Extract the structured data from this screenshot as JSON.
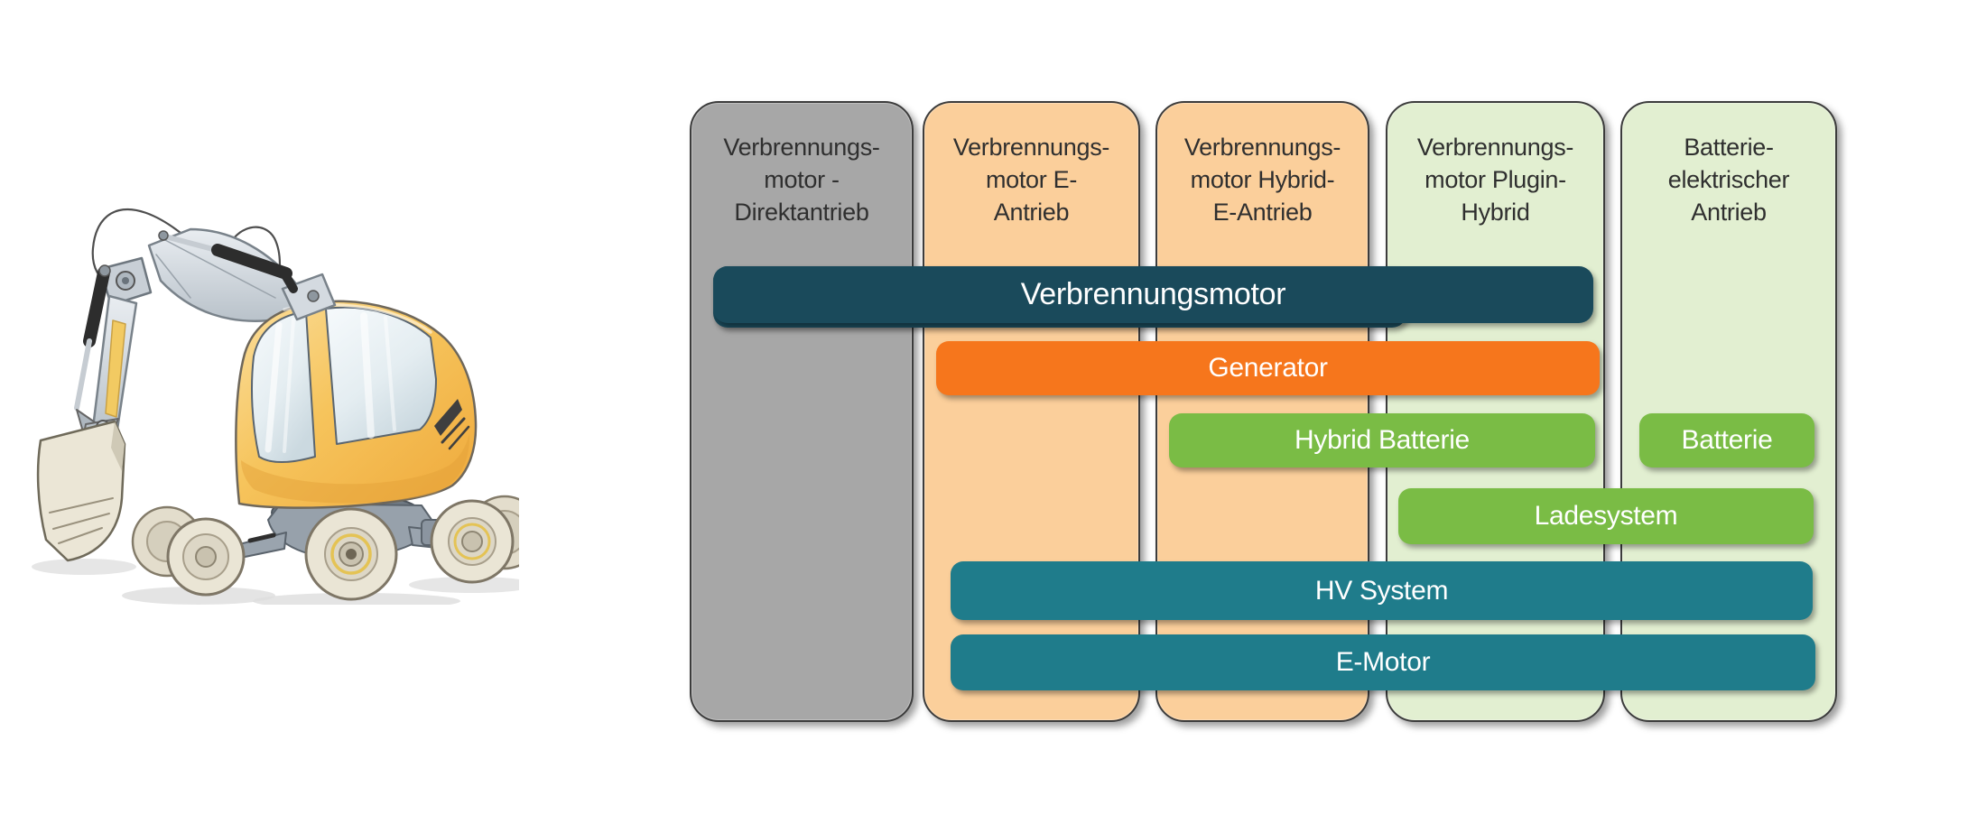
{
  "figure": {
    "illustration": {
      "name": "wheeled-excavator-concept-illustration"
    },
    "columns": [
      {
        "label": "Verbrennungs-\nmotor -\nDirektantrieb",
        "fill": "#A7A7A7"
      },
      {
        "label": "Verbrennungs-\nmotor E-\nAntrieb",
        "fill": "#FBCF9B"
      },
      {
        "label": "Verbrennungs-\nmotor Hybrid-\nE-Antrieb",
        "fill": "#FBCF9B"
      },
      {
        "label": "Verbrennungs-\nmotor Plugin-\nHybrid",
        "fill": "#E2EFD1"
      },
      {
        "label": "Batterie-\nelektrischer\nAntrieb",
        "fill": "#E2EFD1"
      }
    ],
    "bars": [
      {
        "label": "Verbrennungsmotor",
        "fill": "#1A4A5B",
        "spans_columns": "1-4"
      },
      {
        "label": "Generator",
        "fill": "#F6761C",
        "spans_columns": "2-4"
      },
      {
        "label": "Hybrid Batterie",
        "fill": "#7ABC45",
        "spans_columns": "3-4"
      },
      {
        "label": "Batterie",
        "fill": "#7ABC45",
        "spans_columns": "5"
      },
      {
        "label": "Ladesystem",
        "fill": "#7ABC45",
        "spans_columns": "4-5"
      },
      {
        "label": "HV System",
        "fill": "#1F7C8B",
        "spans_columns": "2-5"
      },
      {
        "label": "E-Motor",
        "fill": "#1F7C8B",
        "spans_columns": "2-5"
      }
    ],
    "palette": {
      "background": "#FFFFFF",
      "column_gray": "#A7A7A7",
      "column_orange": "#FBCF9B",
      "column_green": "#E2EFD1",
      "bar_dark_teal": "#1A4A5B",
      "bar_teal": "#1F7C8B",
      "bar_orange": "#F6761C",
      "bar_green": "#7ABC45",
      "bar_text": "#FFFFFF",
      "header_text": "#2F2F2F"
    }
  }
}
